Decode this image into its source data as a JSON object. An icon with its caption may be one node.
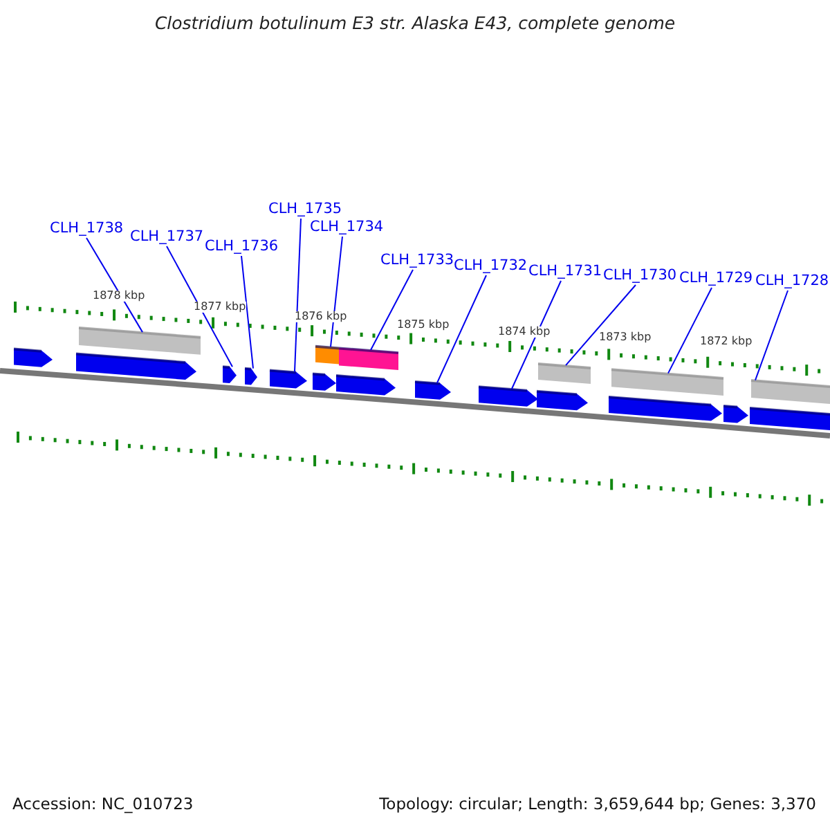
{
  "diagram": {
    "title": "Clostridium botulinum E3 str. Alaska E43, complete genome",
    "nodes": [
      {
        "text": [
          "CLH_1738"
        ]
      },
      {
        "text": [
          "CLH_1737"
        ]
      },
      {
        "text": [
          "CLH_1736"
        ]
      },
      {
        "text": [
          "CLH_1735"
        ]
      },
      {
        "text": [
          "CLH_1734"
        ]
      },
      {
        "text": [
          "CLH_1733"
        ]
      },
      {
        "text": [
          "CLH_1732"
        ]
      },
      {
        "text": [
          "CLH_1731"
        ]
      },
      {
        "text": [
          "CLH_1730"
        ]
      },
      {
        "text": [
          "CLH_1729"
        ]
      },
      {
        "text": [
          "CLH_1728"
        ]
      },
      {
        "text": [],
        "shape": "arrow"
      },
      {
        "text": [],
        "shape": "arrow"
      },
      {
        "text": [],
        "shape": "bar"
      },
      {
        "text": [],
        "shape": "arrow"
      },
      {
        "text": [],
        "shape": "arrow"
      },
      {
        "text": [],
        "shape": "arrow"
      },
      {
        "text": [],
        "shape": "arrow"
      },
      {
        "text": [],
        "shape": "bar"
      },
      {
        "text": [],
        "shape": "arrow"
      },
      {
        "text": [],
        "shape": "bar"
      },
      {
        "text": [],
        "shape": "arrow"
      },
      {
        "text": [],
        "shape": "arrow"
      },
      {
        "text": [],
        "shape": "arrow"
      },
      {
        "text": [],
        "shape": "bar"
      },
      {
        "text": [],
        "shape": "arrow"
      },
      {
        "text": [],
        "shape": "bar"
      },
      {
        "text": [],
        "shape": "arrow"
      },
      {
        "text": [],
        "shape": "bar"
      },
      {
        "text": [],
        "shape": "bar"
      }
    ],
    "edges": [
      {
        "from": 0,
        "to": 13,
        "arrow": "none"
      },
      {
        "from": 1,
        "to": 14,
        "arrow": "none"
      },
      {
        "from": 2,
        "to": 15,
        "arrow": "none"
      },
      {
        "from": 3,
        "to": 16,
        "arrow": "none"
      },
      {
        "from": 4,
        "to": 18,
        "arrow": "none"
      },
      {
        "from": 5,
        "to": 20,
        "arrow": "none"
      },
      {
        "from": 6,
        "to": 21,
        "arrow": "none"
      },
      {
        "from": 7,
        "to": 22,
        "arrow": "none"
      },
      {
        "from": 8,
        "to": 24,
        "arrow": "none"
      },
      {
        "from": 9,
        "to": 26,
        "arrow": "none"
      },
      {
        "from": 10,
        "to": 29,
        "arrow": "none"
      }
    ],
    "labels": [
      "1878 kbp",
      "1877 kbp",
      "1876 kbp",
      "1875 kbp",
      "1874 kbp",
      "1873 kbp",
      "1872 kbp",
      "Accession: NC_010723",
      "Topology: circular; Length: 3,659,644 bp; Genes: 3,370"
    ]
  }
}
